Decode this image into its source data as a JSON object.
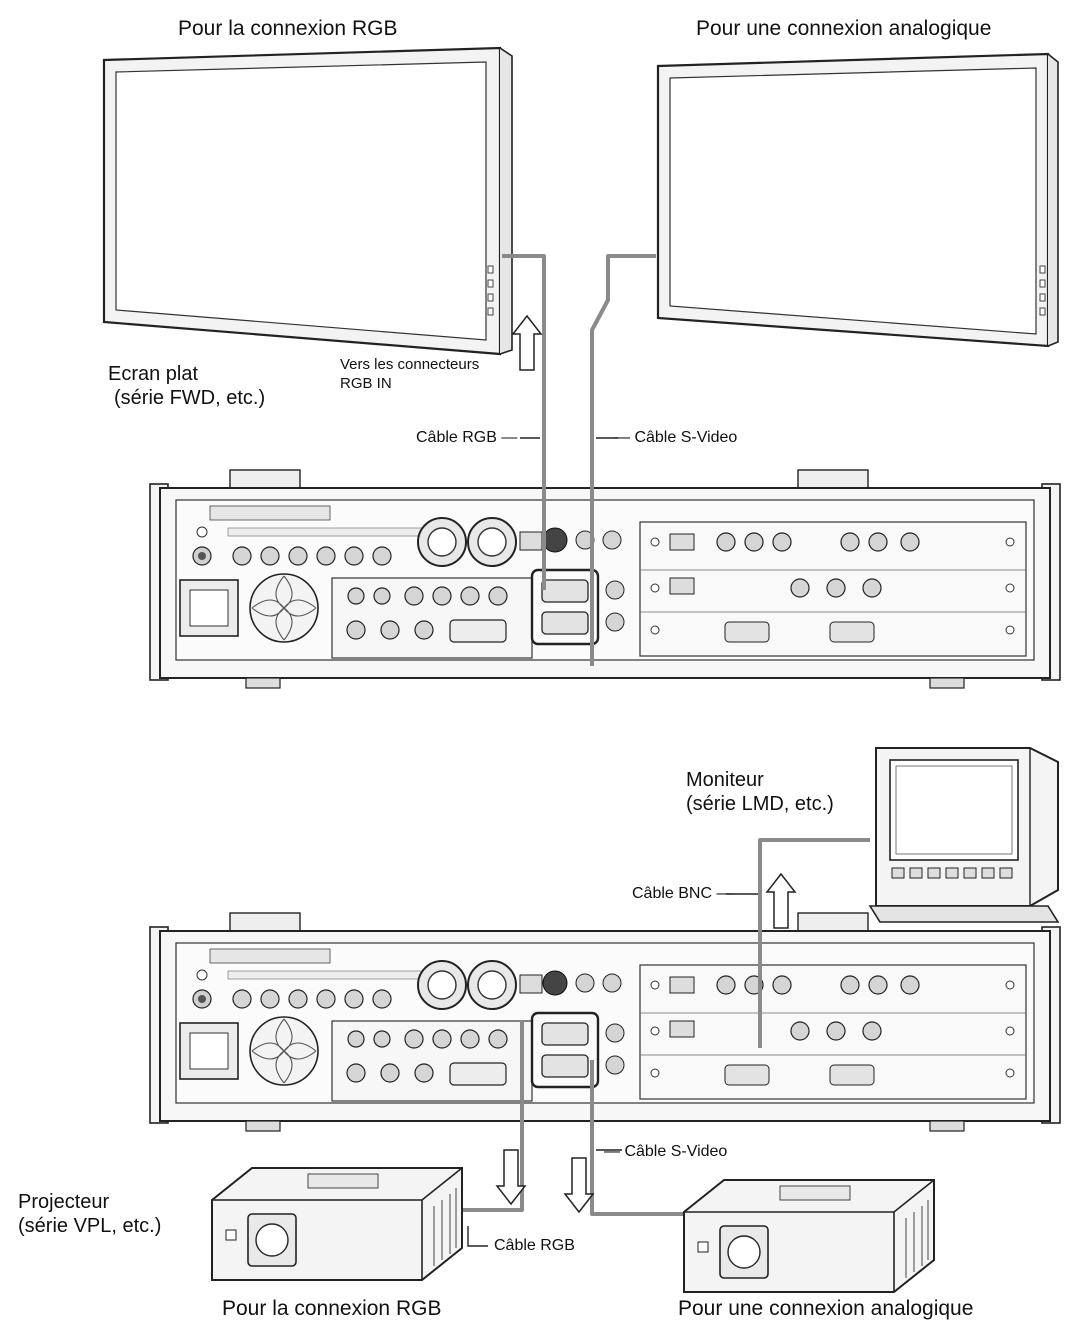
{
  "top": {
    "left_title": "Pour la connexion RGB",
    "right_title": "Pour une connexion analogique",
    "flat_screen": {
      "line1": "Ecran plat",
      "line2": "(série FWD, etc.)"
    },
    "to_rgb_in": {
      "line1": "Vers les connecteurs",
      "line2": "RGB IN"
    },
    "rgb_cable": "Câble RGB —",
    "svideo_cable": "— Câble S-Video"
  },
  "bottom": {
    "monitor": {
      "line1": "Moniteur",
      "line2": "(série LMD, etc.)"
    },
    "bnc_cable": "Câble BNC —",
    "svideo_cable": "— Câble S-Video",
    "projector": {
      "line1": "Projecteur",
      "line2": "(série VPL, etc.)"
    },
    "rgb_cable": "Câble RGB",
    "left_caption": "Pour la connexion RGB",
    "right_caption": "Pour une connexion analogique"
  },
  "colors": {
    "line": "#222222",
    "cable": "#8a8a8a",
    "panel": "#f2f2f2",
    "shade": "#d9d9d9"
  }
}
